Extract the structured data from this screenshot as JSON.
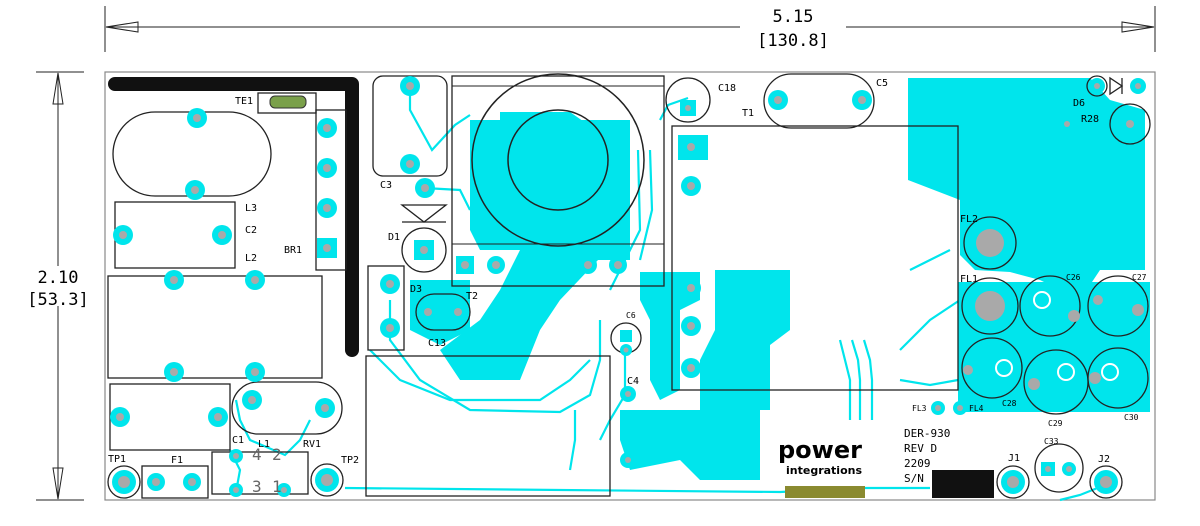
{
  "dimensions": {
    "width_value": "5.15",
    "width_metric": "[130.8]",
    "height_value": "2.10",
    "height_metric": "[53.3]"
  },
  "labels": {
    "te1": "TE1",
    "l3": "L3",
    "c2": "C2",
    "l2": "L2",
    "br1": "BR1",
    "c3": "C3",
    "d1": "D1",
    "d3": "D3",
    "t2": "T2",
    "c13": "C13",
    "c18": "C18",
    "t1": "T1",
    "c5": "C5",
    "d6": "D6",
    "r28": "R28",
    "fl2": "FL2",
    "fl1": "FL1",
    "c26": "C26",
    "c27": "C27",
    "c28": "C28",
    "c29": "C29",
    "c30": "C30",
    "c6": "C6",
    "c4": "C4",
    "fl3": "FL3",
    "fl4": "FL4",
    "c1": "C1",
    "l1": "L1",
    "rv1": "RV1",
    "tp1": "TP1",
    "f1": "F1",
    "tp2": "TP2",
    "j1": "J1",
    "c33": "C33",
    "j2": "J2",
    "pin4": "4",
    "pin2": "2",
    "pin3": "3",
    "pin1": "1"
  },
  "board_info": {
    "der": "DER-930",
    "rev": "REV D",
    "date": "2209",
    "sn": "S/N"
  },
  "logo": {
    "brand_top": "power",
    "brand_bottom": "integrations"
  },
  "colors": {
    "copper": "#00e5ec",
    "drill": "#a9a9a9",
    "silkscreen": "#000000"
  }
}
